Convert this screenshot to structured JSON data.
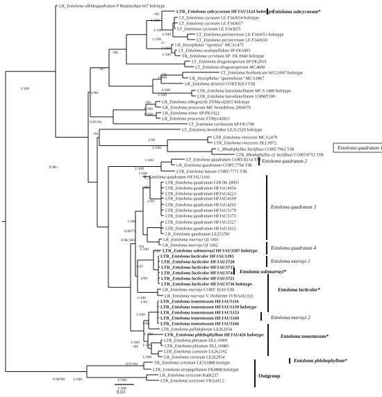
{
  "tree": {
    "leaves": [
      {
        "prefix": "LR_",
        "species": "Entoloma albidoquadratum",
        "voucher": "P Manimohan 667 holotype",
        "bold": false
      },
      {
        "prefix": "LTR_",
        "species": "Entoloma subcycneum",
        "voucher": "HFJAU3124 holotype",
        "bold": true
      },
      {
        "prefix": "LT_",
        "species": "Entoloma cycneum",
        "voucher": "LE F343654 holotype",
        "bold": false
      },
      {
        "prefix": "LT_",
        "species": "Entoloma cycneum",
        "voucher": "LE F343657",
        "bold": false
      },
      {
        "prefix": "LT_",
        "species": "Entoloma cycneum",
        "voucher": "LE F343655",
        "bold": false
      },
      {
        "prefix": "LT_",
        "species": "Entoloma peristerinum",
        "voucher": "LE F343653 holotype",
        "bold": false
      },
      {
        "prefix": "LT_",
        "species": "Entoloma peristerinum",
        "voucher": "LE F343650",
        "bold": false
      },
      {
        "prefix": "LR_",
        "species": "Inocephalus \"rgenteus\"",
        "voucher": "MCA1475",
        "bold": false
      },
      {
        "prefix": "LT_",
        "species": "Entoloma acutopallidum",
        "voucher": "SP:FK1893",
        "bold": false
      },
      {
        "prefix": "TR_",
        "species": "Entoloma cervinum",
        "voucher": "SP: FK 0940 holotype",
        "bold": false
      },
      {
        "prefix": "LT_",
        "species": "Entoloma dragonosporum",
        "voucher": "SP:FK2019",
        "bold": false
      },
      {
        "prefix": "LT_",
        "species": "Entoloma dragonosporum",
        "voucher": "MC4600",
        "bold": false
      },
      {
        "prefix": "LT_",
        "species": "Entoloma borbonicum",
        "voucher": "WU21097 holotype",
        "bold": false
      },
      {
        "prefix": "LR_",
        "species": "Inocephalus \"quamulosus\"",
        "voucher": "MCA1867",
        "bold": false
      },
      {
        "prefix": "LR_",
        "species": "Entoloma dennisii",
        "voucher": "CORT:8263 TJB",
        "bold": false
      },
      {
        "prefix": "LTR_",
        "species": "Entoloma luteolamellatum",
        "voucher": "MCA 1480 holotype",
        "bold": false
      },
      {
        "prefix": "LTR_",
        "species": "Entoloma luteolamellatum",
        "voucher": "11RMT109",
        "bold": false
      },
      {
        "prefix": "LR_",
        "species": "Entoloma albogracile",
        "voucher": "ZTMyc42855 holotype",
        "bold": false
      },
      {
        "prefix": "LR_",
        "species": "Entoloma procerum",
        "voucher": "ME Noordeloos 2004070",
        "bold": false
      },
      {
        "prefix": "LR_",
        "species": "Entoloma tenue",
        "voucher": "SP:FK1922",
        "bold": false
      },
      {
        "prefix": "LR_",
        "species": "Entoloma procerum",
        "voucher": "ZTMyc42821",
        "bold": false
      },
      {
        "prefix": "LT_",
        "species": "Entoloma caribaeum",
        "voucher": "SP:FK1790",
        "bold": false
      },
      {
        "prefix": "LT_",
        "species": "Entoloma kovalenkoi",
        "voucher": "LE312529 holotype",
        "bold": false
      },
      {
        "prefix": "LTR_",
        "species": "Entoloma virescens",
        "voucher": "MCA2479",
        "bold": false
      },
      {
        "prefix": "LTR_",
        "species": "Entoloma virescens",
        "voucher": "DLL9972",
        "bold": false
      },
      {
        "prefix": "L_",
        "species": "Rhodophyllus lactifluus",
        "voucher": "CORT:7962 TJB",
        "bold": false
      },
      {
        "prefix": "LTR_",
        "species": "Rhodophyllus cf. lactifluus",
        "voucher": "CORT:8753 TJB",
        "bold": false
      },
      {
        "prefix": "LT_",
        "species": "Entoloma quadratum",
        "voucher": "CORT:8214 TJB",
        "bold": false
      },
      {
        "prefix": "LR_",
        "species": "Entoloma quadratum",
        "voucher": "CORT:7794 TJB",
        "bold": false
      },
      {
        "prefix": "LTR_",
        "species": "Entoloma luteum",
        "voucher": "CORT:7771 TJB",
        "bold": false
      },
      {
        "prefix": "R_",
        "species": "Entoloma quadratum",
        "voucher": "HFJAU3166",
        "bold": false
      },
      {
        "prefix": "LTR_",
        "species": "Entoloma quadratum",
        "voucher": "GDGM 28953",
        "bold": false
      },
      {
        "prefix": "LTR_",
        "species": "Entoloma quadratum",
        "voucher": "HFJAU4054",
        "bold": false
      },
      {
        "prefix": "LTR_",
        "species": "Entoloma quadratum",
        "voucher": "HFJAU4223",
        "bold": false
      },
      {
        "prefix": "LTR_",
        "species": "Entoloma quadratum",
        "voucher": "HFJAU4109",
        "bold": false
      },
      {
        "prefix": "LTR_",
        "species": "Entoloma quadratum",
        "voucher": "HFJAU4265",
        "bold": false
      },
      {
        "prefix": "LTR_",
        "species": "Entoloma quadratum",
        "voucher": "HFJAU5179",
        "bold": false
      },
      {
        "prefix": "LTR_",
        "species": "Entoloma quadratum",
        "voucher": "HFJAU5173",
        "bold": false
      },
      {
        "prefix": "LTR_",
        "species": "Entoloma quadratum",
        "voucher": "HFJAU2527",
        "bold": false
      },
      {
        "prefix": "LTR_",
        "species": "Entoloma quadratum",
        "voucher": "HFJAU2612",
        "bold": false
      },
      {
        "prefix": "LR_",
        "species": "Entoloma quadratum",
        "voucher": "LE253781",
        "bold": false
      },
      {
        "prefix": "LR_",
        "species": "Entoloma murrayi",
        "voucher": "QI 1001",
        "bold": false
      },
      {
        "prefix": "LR_",
        "species": "Entoloma murrayi",
        "voucher": "QI 1002",
        "bold": false
      },
      {
        "prefix": "LTR_",
        "species": "Entoloma submurrayi",
        "voucher": "HFJAU3587 holotype",
        "bold": true
      },
      {
        "prefix": "LTR_",
        "species": "Entoloma lacticolor",
        "voucher": "HFJAU1393",
        "bold": true
      },
      {
        "prefix": "LTR_",
        "species": "Entoloma lacticolor",
        "voucher": "HFJAU3728",
        "bold": true
      },
      {
        "prefix": "LTR_",
        "species": "Entoloma lacticolor",
        "voucher": "HFJAU3737",
        "bold": true
      },
      {
        "prefix": "LTR_",
        "species": "Entoloma lacticolor",
        "voucher": "HFJAU3744",
        "bold": true
      },
      {
        "prefix": "LTR_",
        "species": "Entoloma lacticolor",
        "voucher": "HFJAU3721",
        "bold": true
      },
      {
        "prefix": "LTR_",
        "species": "Entoloma lacticolor",
        "voucher": "HFJAU3736 holotype",
        "bold": true
      },
      {
        "prefix": "LR_",
        "species": "Entoloma murrayi",
        "voucher": "CORT: 8210 TJB",
        "bold": false
      },
      {
        "prefix": "LR_",
        "species": "Entoloma murrayi",
        "voucher": "V. Hofstetter (VHAs02.02)",
        "bold": false
      },
      {
        "prefix": "LTR_",
        "species": "Entoloma tomentosum",
        "voucher": "HFJAU5116",
        "bold": true
      },
      {
        "prefix": "LTR_",
        "species": "Entoloma tomentosum",
        "voucher": "HFJAU5159 holotype",
        "bold": true
      },
      {
        "prefix": "LTR_",
        "species": "Entoloma tomentosum",
        "voucher": "HFJAU5153",
        "bold": true
      },
      {
        "prefix": "LTR_",
        "species": "Entoloma tomentosum",
        "voucher": "HFJAU5160",
        "bold": true
      },
      {
        "prefix": "LTR_",
        "species": "Entoloma tomentosum",
        "voucher": "HFJAU5166",
        "bold": true
      },
      {
        "prefix": "LTR_",
        "species": "Entoloma pallidofavum",
        "voucher": "LE262934",
        "bold": false
      },
      {
        "prefix": "LTR_",
        "species": "Entoloma phlebophyllum",
        "voucher": "HFJAU426 holotype",
        "bold": true
      },
      {
        "prefix": "LTR_",
        "species": "Entoloma plicatum",
        "voucher": "DLL10091",
        "bold": false
      },
      {
        "prefix": "LTR_",
        "species": "Entoloma plicatum",
        "voucher": "DLL10083",
        "bold": false
      },
      {
        "prefix": "LTR_",
        "species": "Entoloma carneum",
        "voucher": "LE262192",
        "bold": false
      },
      {
        "prefix": "LR_",
        "species": "Entoloma carneum",
        "voucher": "LE262954",
        "bold": false
      },
      {
        "prefix": "TR_",
        "species": "Entoloma cetratum",
        "voucher": "LE311888 neotype",
        "bold": false
      },
      {
        "prefix": "LTR_",
        "species": "Entoloma atropapillatum",
        "voucher": "FK0898 holotype",
        "bold": false
      },
      {
        "prefix": "LR_",
        "species": "Entoloma sericeum",
        "voucher": "KaiR237",
        "bold": false
      },
      {
        "prefix": "LTR_",
        "species": "Entoloma sericeum",
        "voucher": "VHAs03 2",
        "bold": false
      }
    ],
    "support_values": [
      "1/100",
      "-/99",
      "1/100",
      "1/100",
      "1/100",
      "1/100",
      "1/-",
      "1/100",
      "-/86",
      "1/100",
      "-/87",
      "-/76",
      "1/100",
      "1/100",
      "1/100",
      "1/98",
      "-/99",
      "1/100",
      "1/100",
      "0.95/94",
      "-/81",
      "1/99",
      "1/100",
      "1/100",
      "0.98/-",
      "1/100",
      "1/100",
      "1/99",
      "1/99",
      "1/100",
      "0.96/75",
      "0.96/100",
      "-/94",
      "1/100",
      "1/99",
      "1/97",
      "1/99",
      "1/100",
      "1/99",
      "1/100",
      "1/98",
      "1/100",
      "1/100",
      "-/80",
      "1/100",
      "1/100",
      "0.97/84",
      "0.98/98",
      "1/100",
      "1/100",
      "1/100"
    ],
    "clade_labels": [
      {
        "text": "Entoloma subcycneum*",
        "bold": true
      },
      {
        "text": "Entoloma quadratum 1",
        "bold": false
      },
      {
        "text": "Entoloma quadratum 2",
        "bold": false
      },
      {
        "text": "Entoloma quadratum 3",
        "bold": false
      },
      {
        "text": "Entoloma quadratum 4",
        "bold": false
      },
      {
        "text": "Entoloma murrayi 1",
        "bold": false
      },
      {
        "text": "Entoloma submurrayi*",
        "bold": true
      },
      {
        "text": "Entoloma lacticolor*",
        "bold": true
      },
      {
        "text": "Entoloma murrayi 2",
        "bold": false
      },
      {
        "text": "Entoloma tomentosum*",
        "bold": true
      },
      {
        "text": "Entoloma phlebophyllum*",
        "bold": true
      },
      {
        "text": "Outgroup",
        "bold": true
      }
    ],
    "scale_bar": "0.03"
  }
}
